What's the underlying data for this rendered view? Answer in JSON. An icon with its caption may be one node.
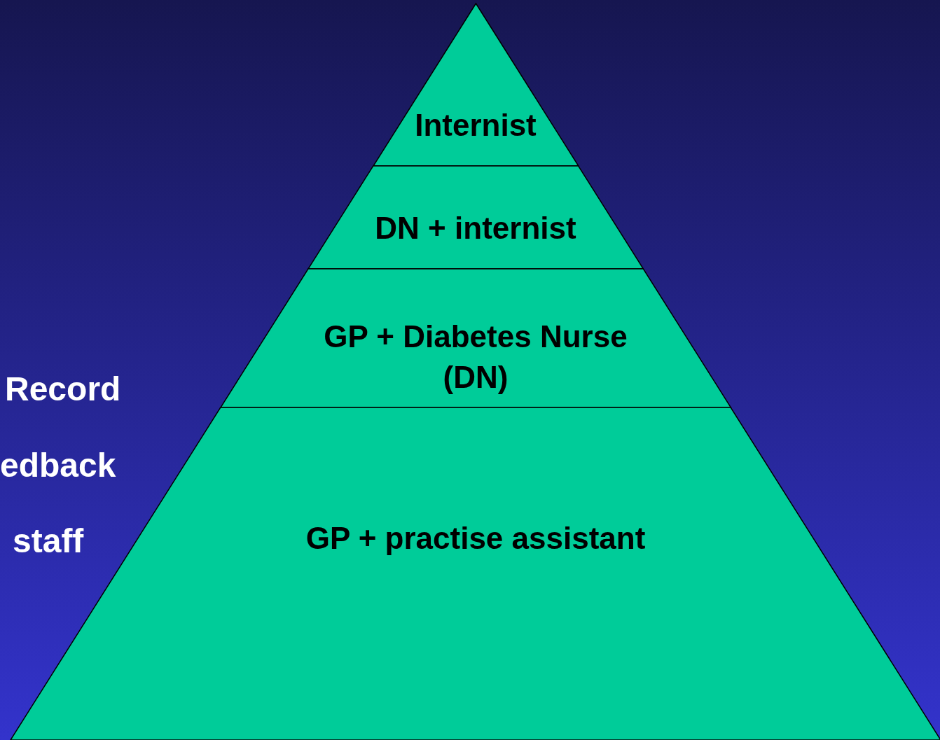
{
  "diagram": {
    "nodes": [
      {
        "text": [
          "Internist"
        ]
      },
      {
        "text": [
          "DN + internist"
        ]
      },
      {
        "text": [
          "GP + Diabetes Nurse (DN)"
        ]
      },
      {
        "text": [
          "GP + practise assistant"
        ]
      }
    ],
    "labels": [
      "Record",
      "edback",
      "staff"
    ]
  }
}
